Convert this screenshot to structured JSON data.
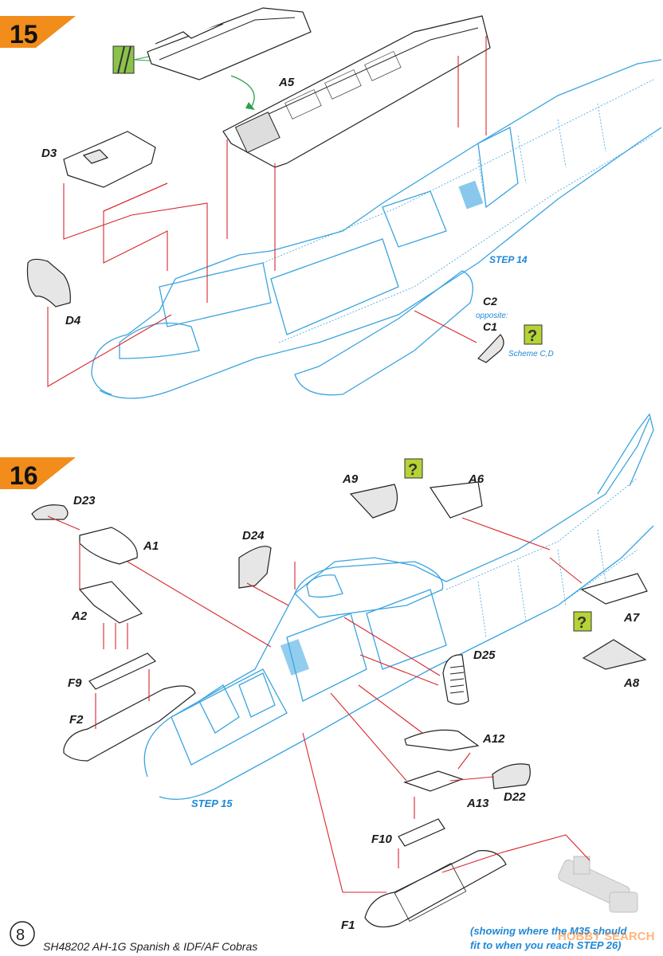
{
  "steps": [
    {
      "number": "15",
      "badge_color": "#f28c1a"
    },
    {
      "number": "16",
      "badge_color": "#f28c1a"
    }
  ],
  "step15": {
    "parts": {
      "a5": "A5",
      "d3": "D3",
      "d4": "D4",
      "c2": "C2",
      "c2_note": "opposite:",
      "c1": "C1"
    },
    "ref_step": "STEP 14",
    "scheme_note": "Scheme C,D"
  },
  "step16": {
    "parts": {
      "d23": "D23",
      "a1": "A1",
      "a2": "A2",
      "f9": "F9",
      "f2": "F2",
      "d24": "D24",
      "a9": "A9",
      "a6": "A6",
      "a7": "A7",
      "a8": "A8",
      "d25": "D25",
      "a12": "A12",
      "a13": "A13",
      "d22": "D22",
      "f10": "F10",
      "f1": "F1"
    },
    "ref_step": "STEP 15",
    "m35_note_line1": "(showing where the M35 should",
    "m35_note_line2": "fit to when you reach STEP 26)"
  },
  "question_mark": "?",
  "footer": {
    "page_number": "8",
    "title": "SH48202 AH-1G Spanish & IDF/AF Cobras",
    "watermark": "HOBBY SEARCH"
  },
  "colors": {
    "accent_orange": "#f28c1a",
    "heli_blue": "#3aa4e0",
    "arrow_red": "#d9262c",
    "question_green": "#b5d334",
    "glue_green": "#8bc34a"
  }
}
